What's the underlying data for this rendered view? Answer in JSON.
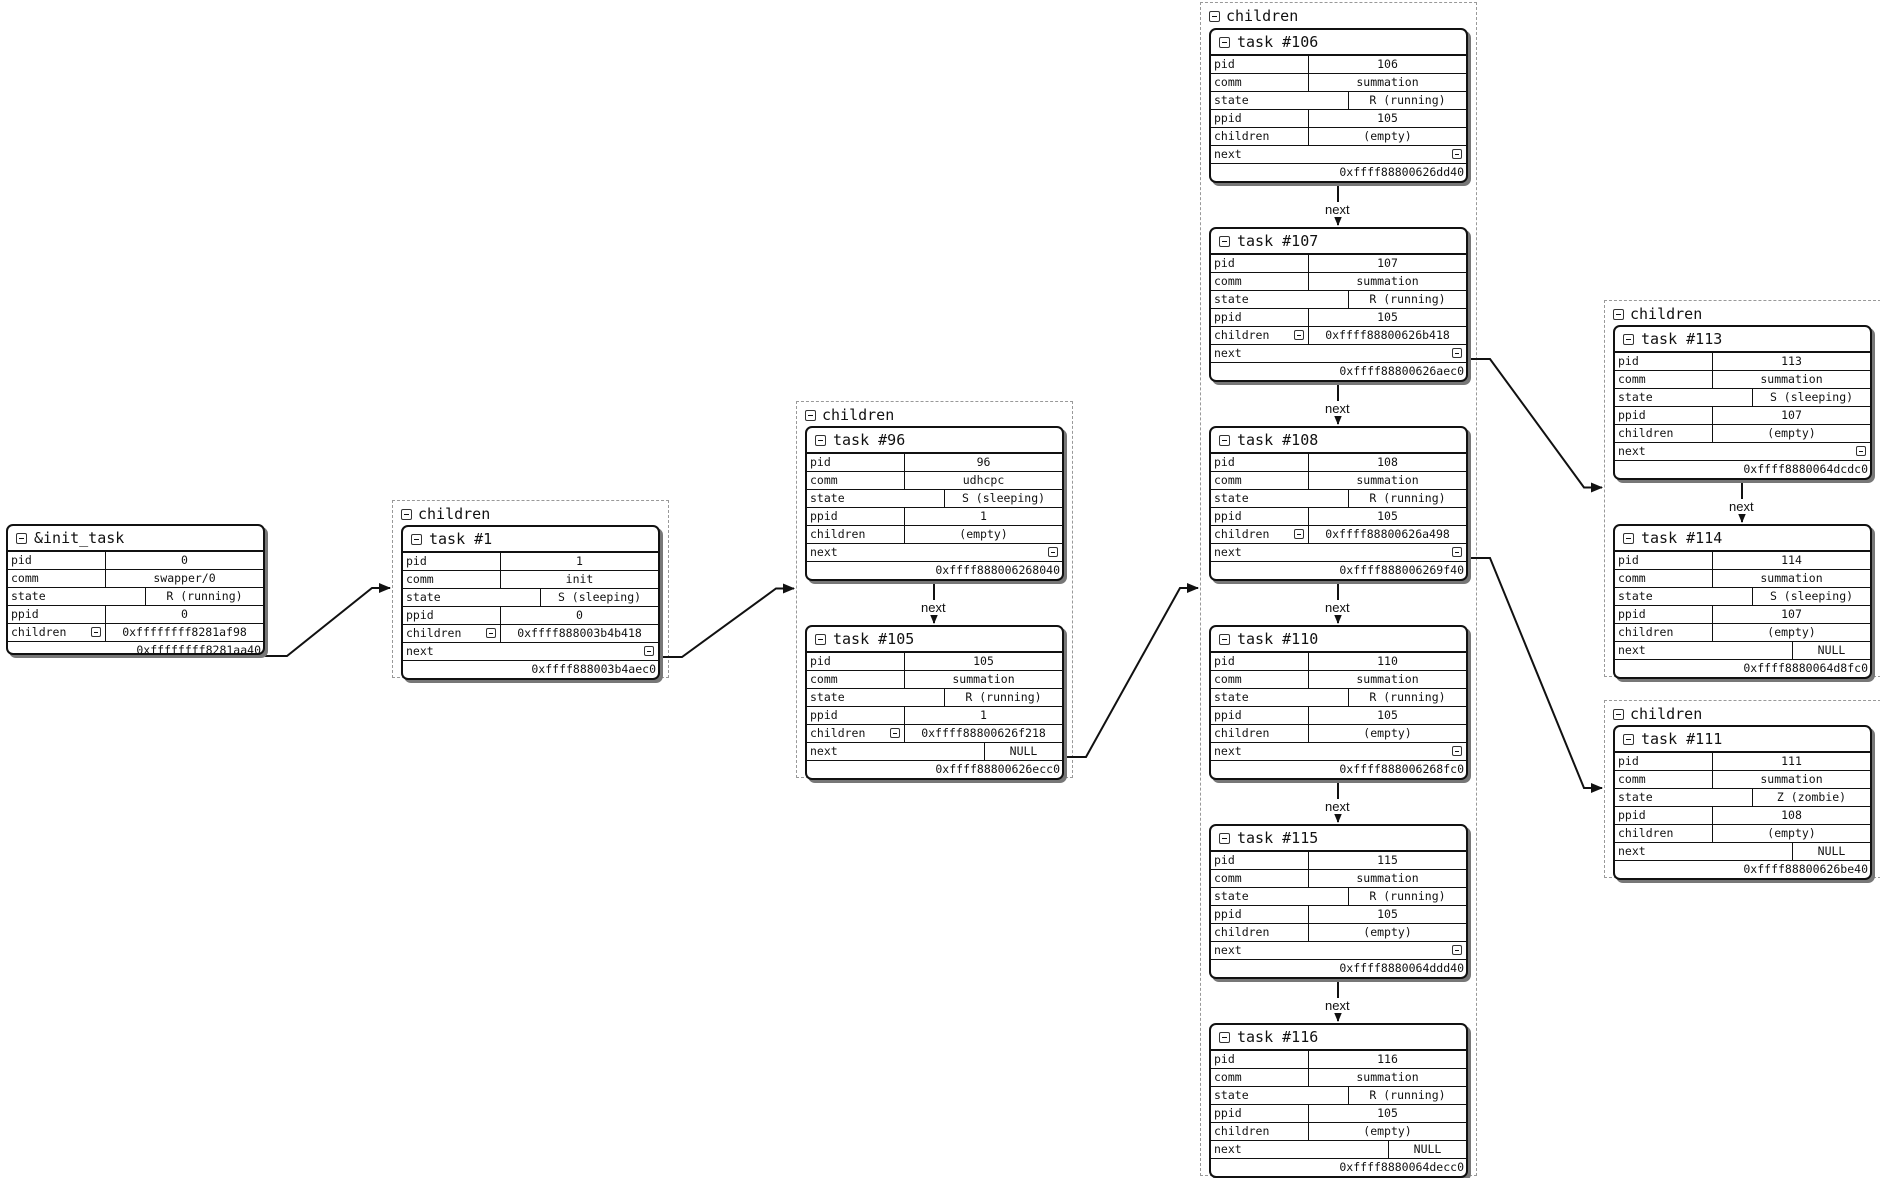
{
  "root": {
    "title": "&init_task",
    "pid": "0",
    "comm": "swapper/0",
    "state": "R (running)",
    "ppid": "0",
    "children": "0xffffffff8281af98",
    "addr": "0xffffffff8281aa40"
  },
  "labels": {
    "pid": "pid",
    "comm": "comm",
    "state": "state",
    "ppid": "ppid",
    "children": "children",
    "next": "next",
    "group": "children",
    "edge_next": "next",
    "null": "NULL"
  },
  "groups": [
    {
      "id": "g1",
      "tasks": [
        {
          "title": "task #1",
          "pid": "1",
          "comm": "init",
          "state": "S (sleeping)",
          "ppid": "0",
          "children": "0xffff888003b4b418",
          "next": "",
          "addr": "0xffff888003b4aec0"
        }
      ]
    },
    {
      "id": "g2",
      "tasks": [
        {
          "title": "task #96",
          "pid": "96",
          "comm": "udhcpc",
          "state": "S (sleeping)",
          "ppid": "1",
          "children": "(empty)",
          "next": "",
          "addr": "0xffff888006268040"
        },
        {
          "title": "task #105",
          "pid": "105",
          "comm": "summation",
          "state": "R (running)",
          "ppid": "1",
          "children": "0xffff88800626f218",
          "next": "NULL",
          "addr": "0xffff88800626ecc0"
        }
      ]
    },
    {
      "id": "g3",
      "tasks": [
        {
          "title": "task #106",
          "pid": "106",
          "comm": "summation",
          "state": "R (running)",
          "ppid": "105",
          "children": "(empty)",
          "next": "",
          "addr": "0xffff88800626dd40"
        },
        {
          "title": "task #107",
          "pid": "107",
          "comm": "summation",
          "state": "R (running)",
          "ppid": "105",
          "children": "0xffff88800626b418",
          "next": "",
          "addr": "0xffff88800626aec0"
        },
        {
          "title": "task #108",
          "pid": "108",
          "comm": "summation",
          "state": "R (running)",
          "ppid": "105",
          "children": "0xffff88800626a498",
          "next": "",
          "addr": "0xffff888006269f40"
        },
        {
          "title": "task #110",
          "pid": "110",
          "comm": "summation",
          "state": "R (running)",
          "ppid": "105",
          "children": "(empty)",
          "next": "",
          "addr": "0xffff888006268fc0"
        },
        {
          "title": "task #115",
          "pid": "115",
          "comm": "summation",
          "state": "R (running)",
          "ppid": "105",
          "children": "(empty)",
          "next": "",
          "addr": "0xffff8880064ddd40"
        },
        {
          "title": "task #116",
          "pid": "116",
          "comm": "summation",
          "state": "R (running)",
          "ppid": "105",
          "children": "(empty)",
          "next": "NULL",
          "addr": "0xffff8880064decc0"
        }
      ]
    },
    {
      "id": "g4",
      "tasks": [
        {
          "title": "task #113",
          "pid": "113",
          "comm": "summation",
          "state": "S (sleeping)",
          "ppid": "107",
          "children": "(empty)",
          "next": "",
          "addr": "0xffff8880064dcdc0"
        },
        {
          "title": "task #114",
          "pid": "114",
          "comm": "summation",
          "state": "S (sleeping)",
          "ppid": "107",
          "children": "(empty)",
          "next": "NULL",
          "addr": "0xffff8880064d8fc0"
        }
      ]
    },
    {
      "id": "g5",
      "tasks": [
        {
          "title": "task #111",
          "pid": "111",
          "comm": "summation",
          "state": "Z (zombie)",
          "ppid": "108",
          "children": "(empty)",
          "next": "NULL",
          "addr": "0xffff88800626be40"
        }
      ]
    }
  ]
}
